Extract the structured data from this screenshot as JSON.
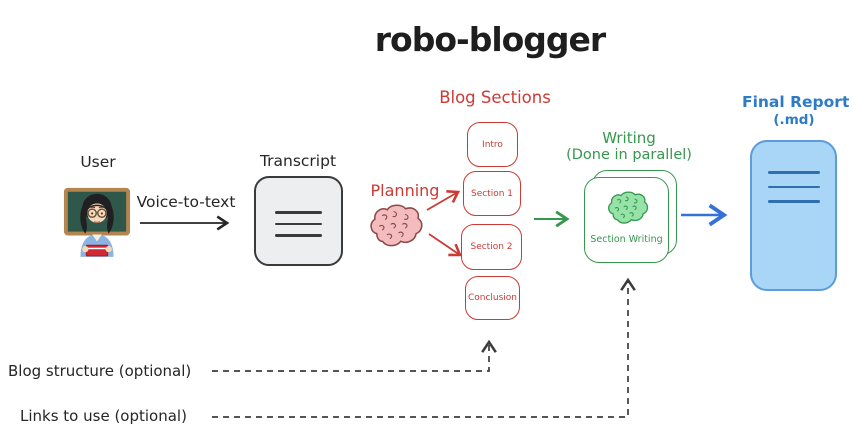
{
  "title": "robo-blogger",
  "user": {
    "label": "User",
    "icon": "teacher-emoji"
  },
  "voice_to_text": {
    "label": "Voice-to-text"
  },
  "transcript": {
    "label": "Transcript",
    "icon": "document-lines"
  },
  "planning": {
    "label": "Planning",
    "icon": "pink-brain"
  },
  "blog_sections": {
    "label": "Blog Sections",
    "items": [
      "Intro",
      "Section 1",
      "Section 2",
      "Conclusion"
    ]
  },
  "writing": {
    "label": "Writing",
    "sublabel": "(Done in parallel)",
    "card_label": "Section Writing",
    "icon": "green-brain"
  },
  "final_report": {
    "label": "Final Report",
    "sublabel": "(.md)",
    "icon": "blue-document"
  },
  "optional_inputs": {
    "blog_structure": {
      "label": "Blog structure (optional)"
    },
    "links": {
      "label": "Links to use (optional)"
    }
  },
  "colors": {
    "red": "#cc3a33",
    "green": "#35984d",
    "blue_text": "#2e7bc5",
    "blue_arrow": "#3472d8",
    "final_fill": "#a9d5f6",
    "final_border": "#5b9cd9",
    "transcript_fill": "#eceef0",
    "ink": "#262626"
  }
}
